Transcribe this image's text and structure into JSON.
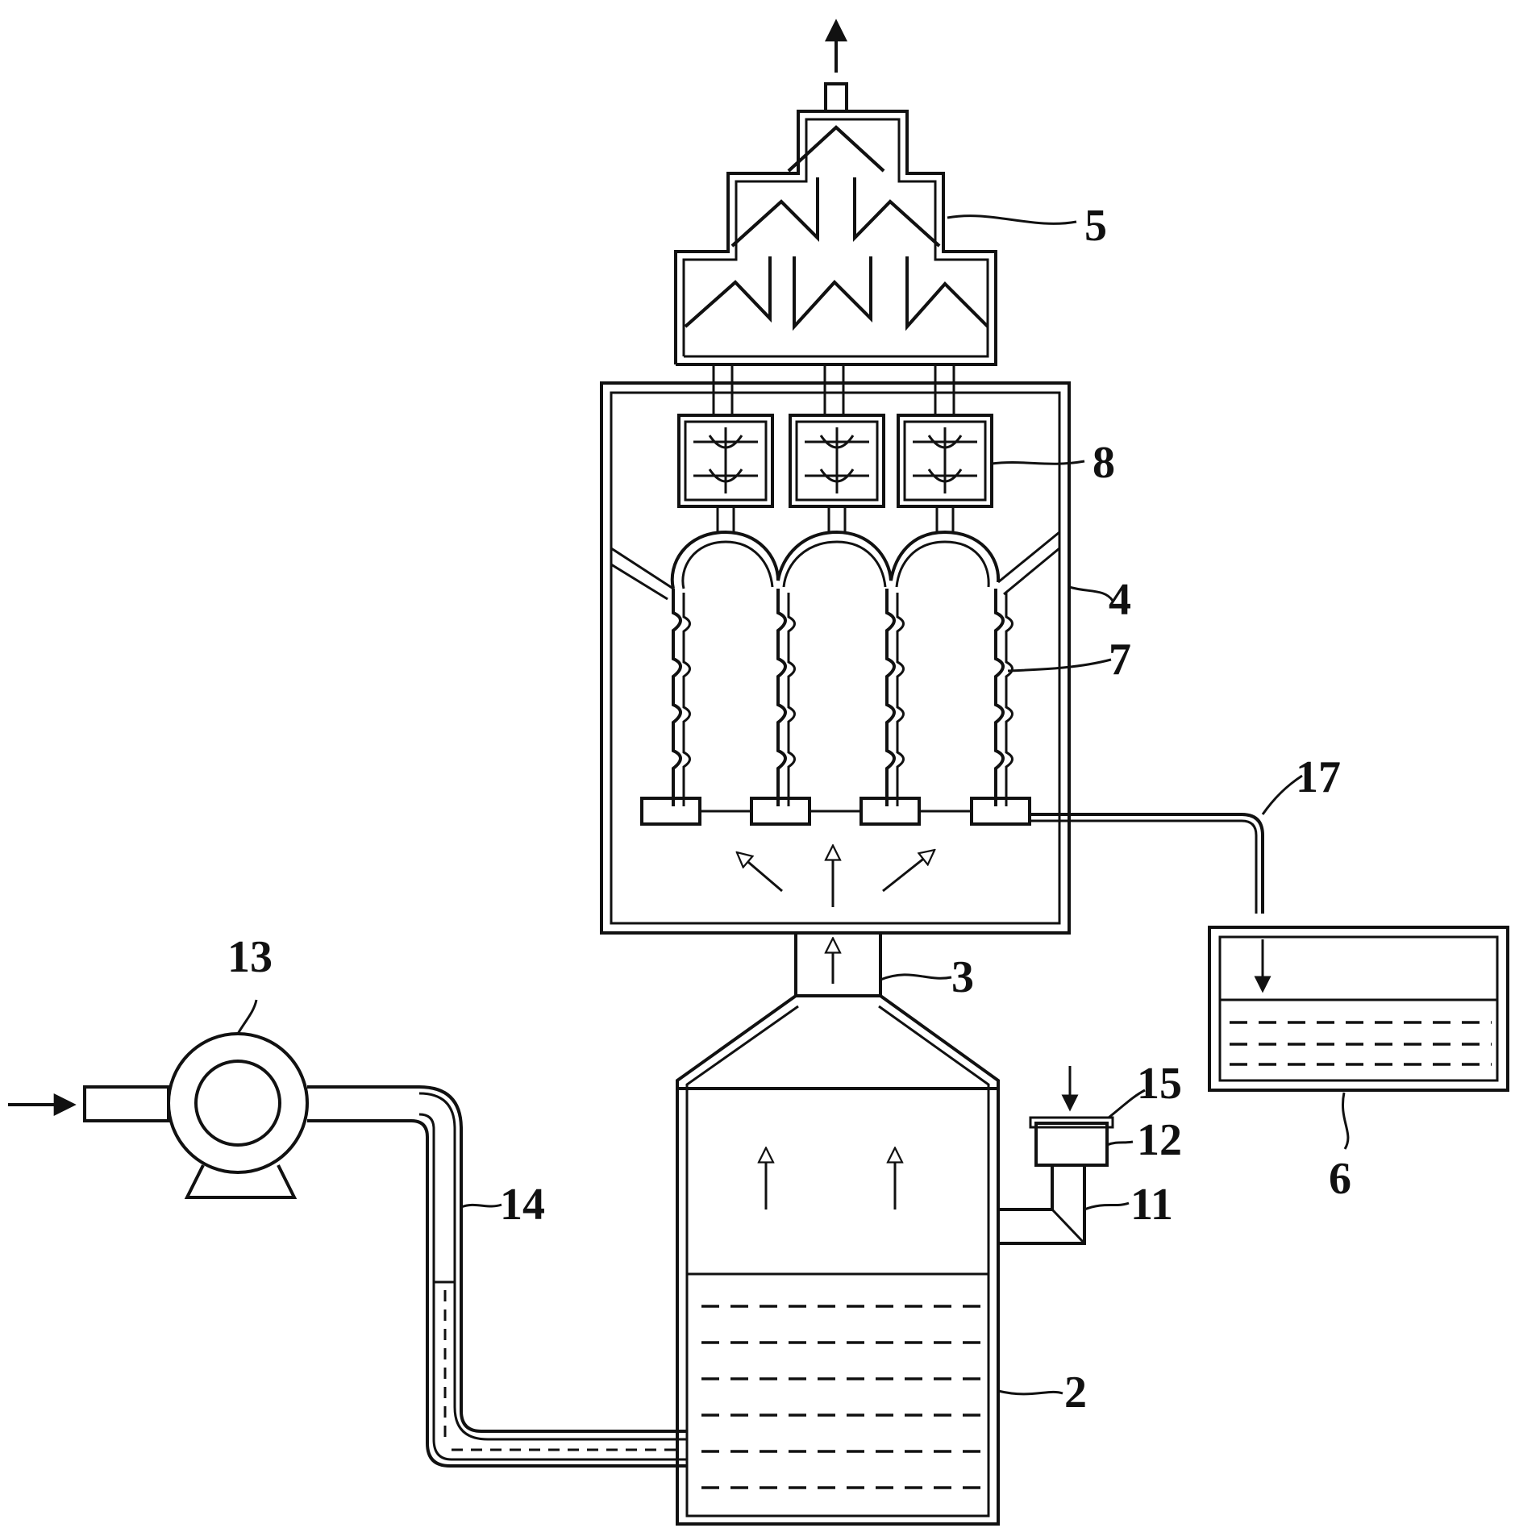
{
  "labels": {
    "l2": "2",
    "l3": "3",
    "l4": "4",
    "l5": "5",
    "l6": "6",
    "l7": "7",
    "l8": "8",
    "l11": "11",
    "l12": "12",
    "l13": "13",
    "l14": "14",
    "l15": "15",
    "l17": "17"
  },
  "colors": {
    "stroke": "#111111",
    "background": "#ffffff"
  }
}
